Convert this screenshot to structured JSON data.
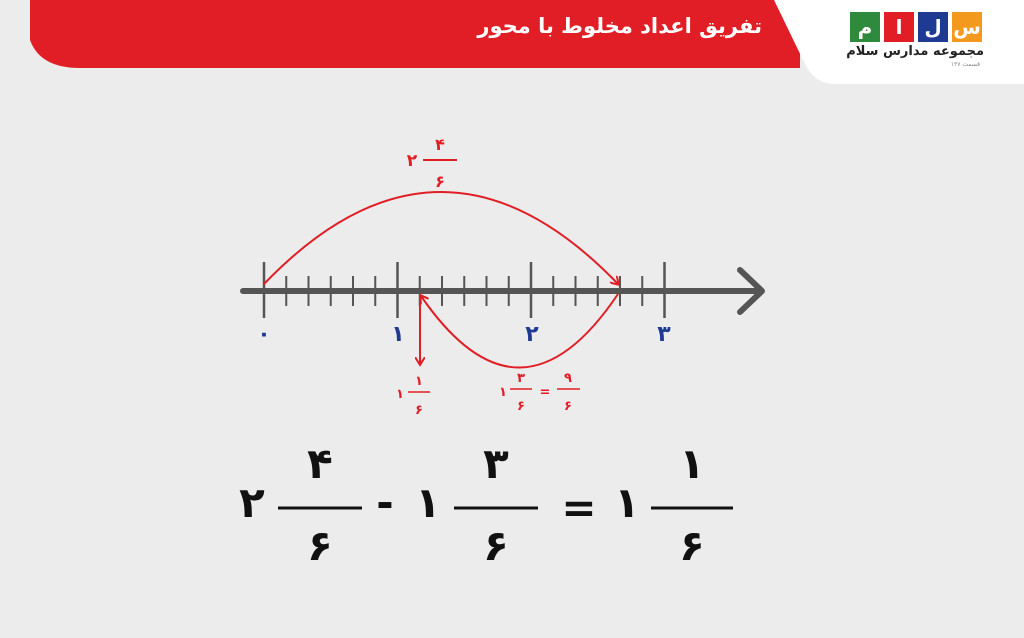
{
  "header": {
    "title": "تفریق اعداد مخلوط با محور",
    "colors": {
      "red": "#e11e25",
      "white": "#ffffff"
    }
  },
  "logo": {
    "letters": [
      {
        "char": "م",
        "color": "#2e8b3e"
      },
      {
        "char": "ا",
        "color": "#e11e25"
      },
      {
        "char": "ل",
        "color": "#1f3a93"
      },
      {
        "char": "س",
        "color": "#f39a1e"
      }
    ],
    "caption": "مجموعه مدارس سلام",
    "small_text": "قسمت ۱۳۷"
  },
  "number_line": {
    "labels": [
      "۰",
      "۱",
      "۲",
      "۳"
    ],
    "label_color": "#1f3a93",
    "axis_color": "#555555",
    "arc_color": "#e11e25"
  },
  "annotations": {
    "top_jump": {
      "whole": "۲",
      "numerator": "۴",
      "denominator": "۶"
    },
    "back_jump": {
      "whole": "۱",
      "numerator": "۳",
      "denominator": "۶",
      "equals": "=",
      "eq_numerator": "۹",
      "eq_denominator": "۶"
    },
    "result_point": {
      "whole": "۱",
      "numerator": "۱",
      "denominator": "۶"
    }
  },
  "equation": {
    "term1": {
      "whole": "۲",
      "numerator": "۴",
      "denominator": "۶"
    },
    "minus": "-",
    "term2": {
      "whole": "۱",
      "numerator": "۳",
      "denominator": "۶"
    },
    "equals": "=",
    "result": {
      "whole": "۱",
      "numerator": "۱",
      "denominator": "۶"
    }
  }
}
